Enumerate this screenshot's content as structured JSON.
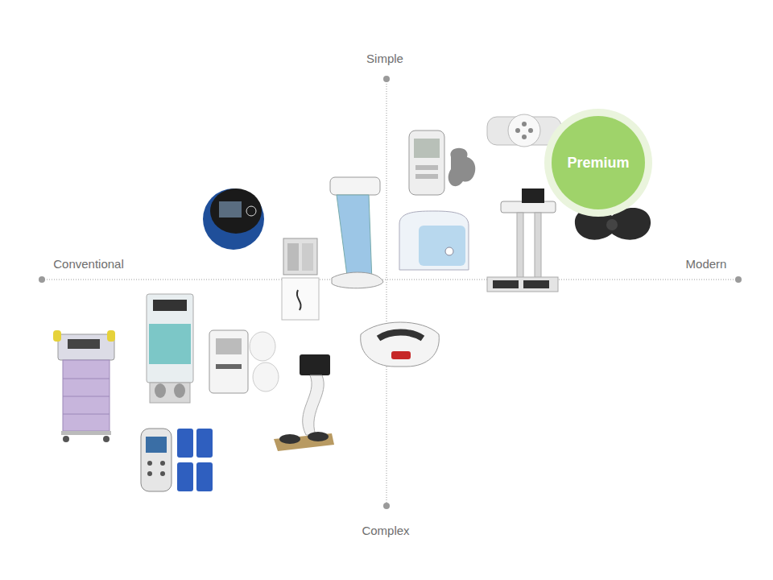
{
  "diagram": {
    "nodes": [
      {
        "text": [
          "Premium"
        ]
      }
    ],
    "labels": [
      "Simple",
      "Conventional",
      "Modern",
      "Complex"
    ]
  }
}
